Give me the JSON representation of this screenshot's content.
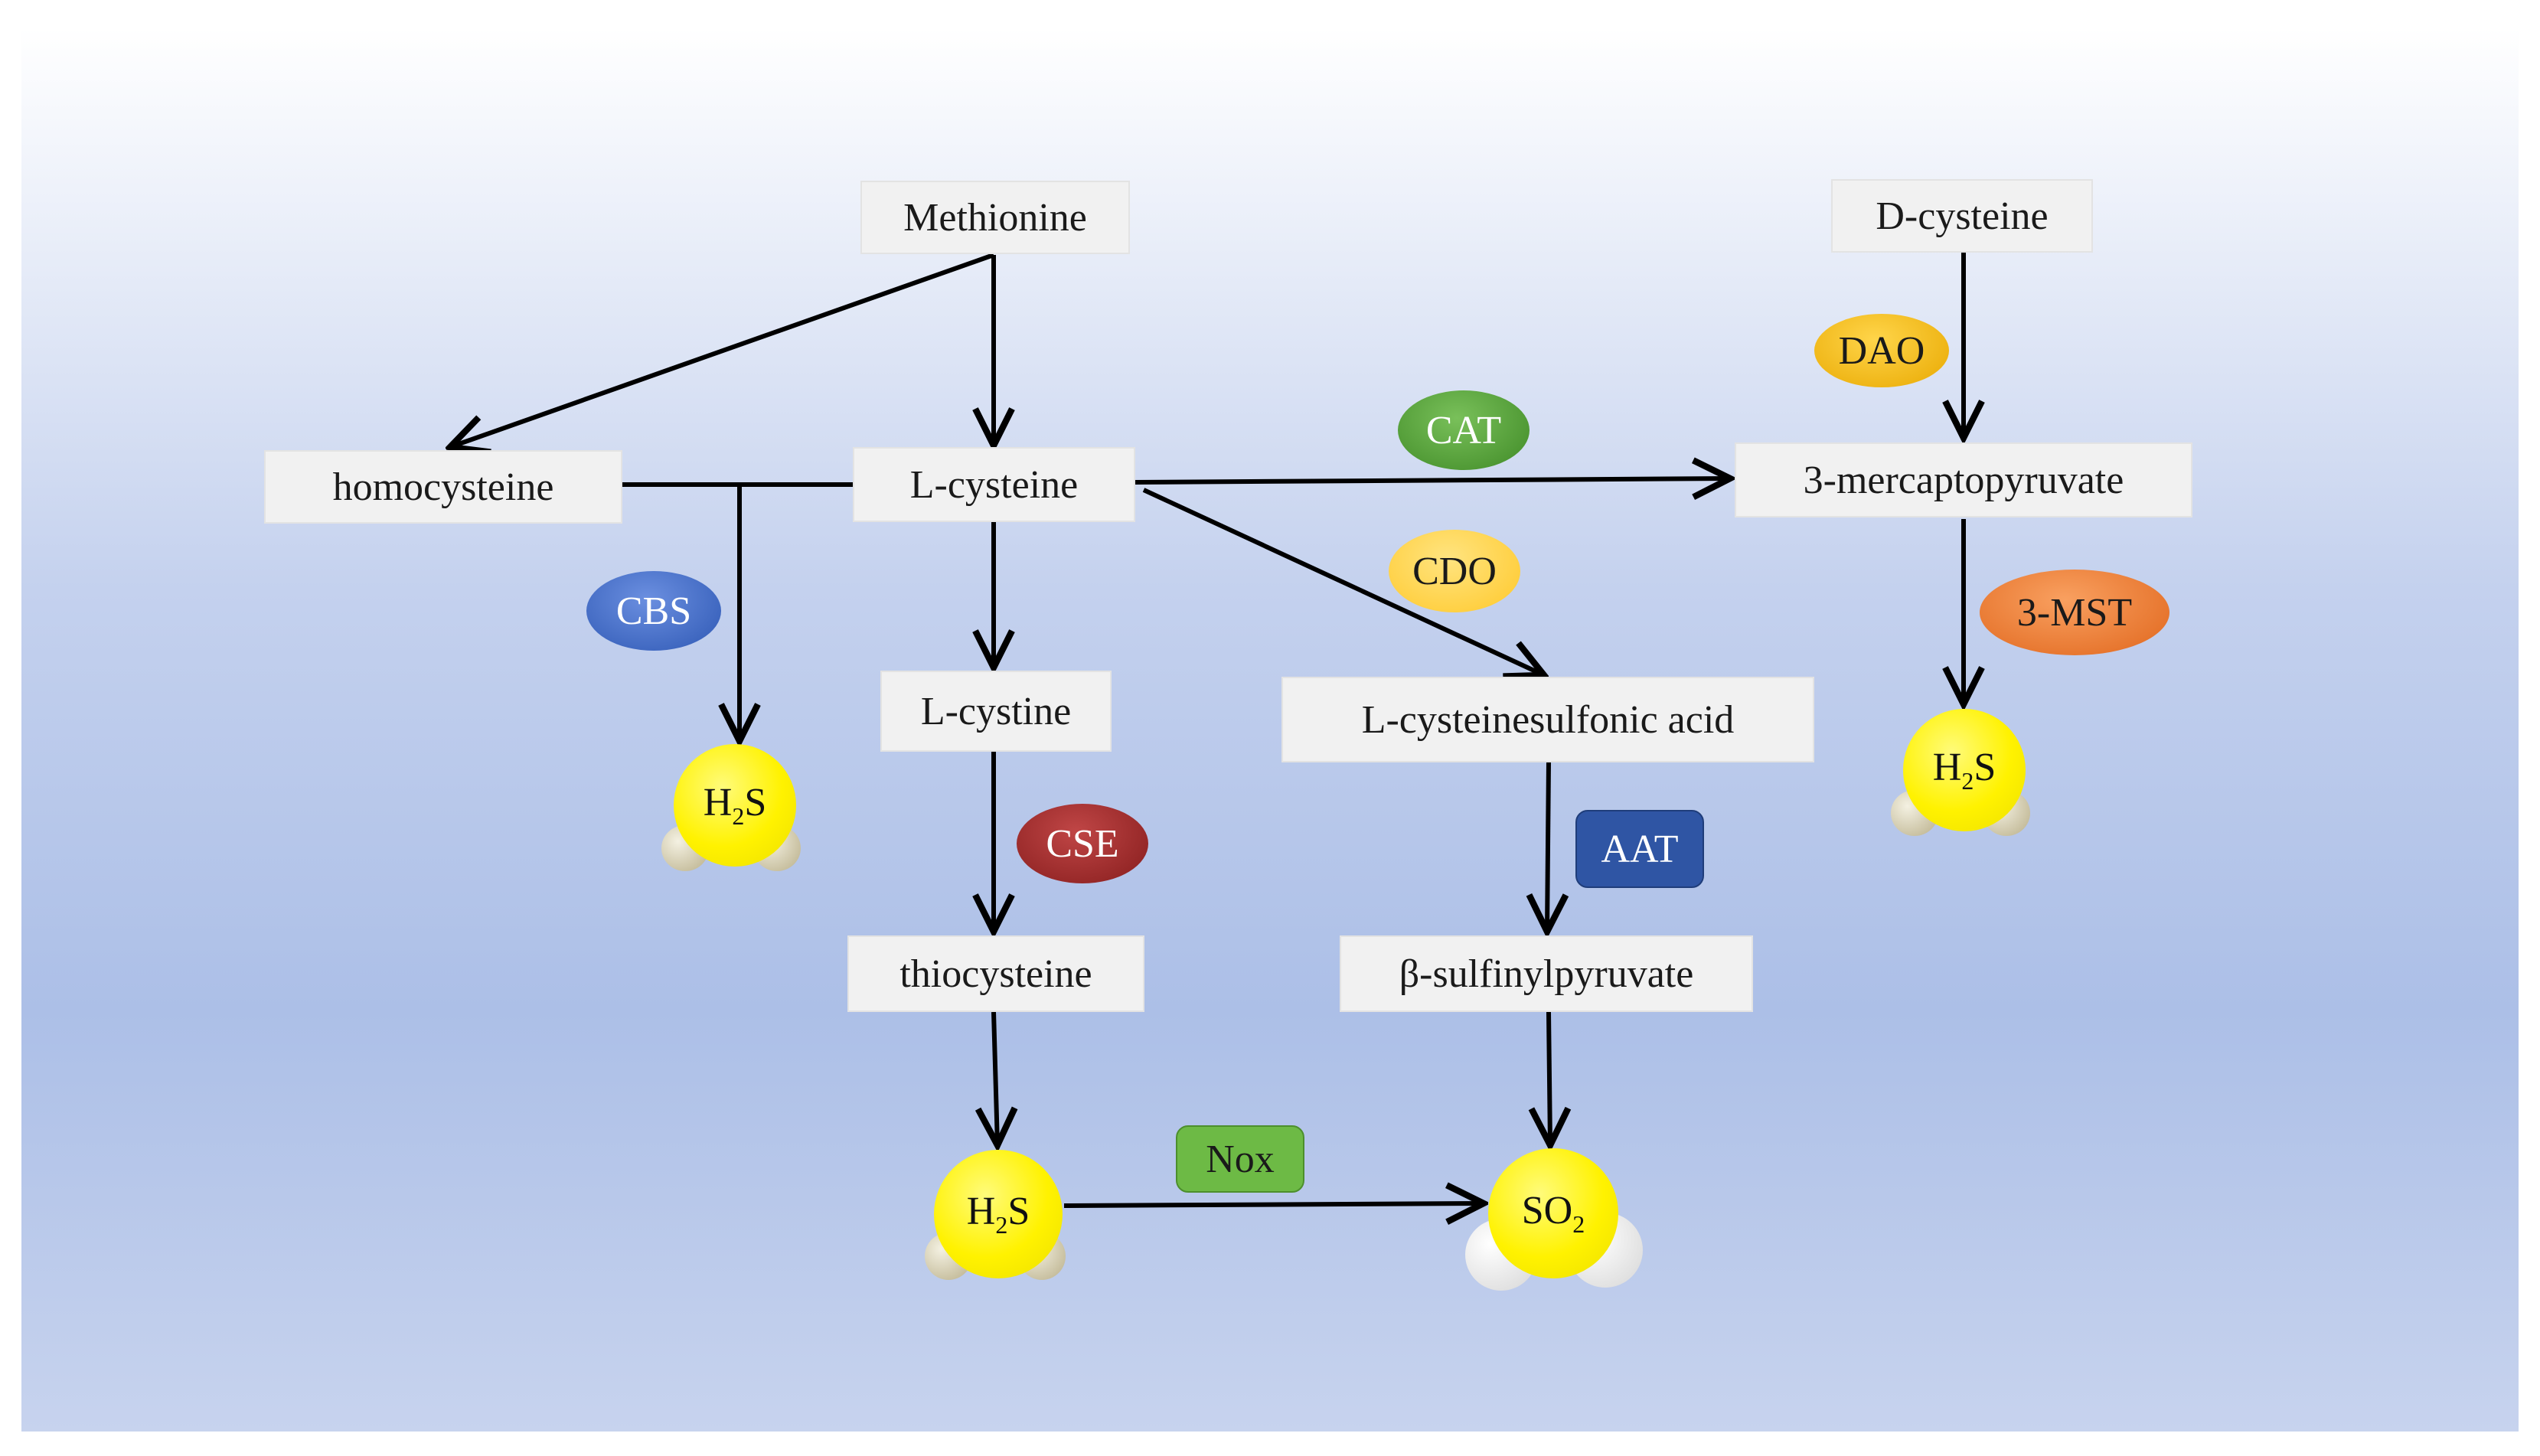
{
  "nodes": {
    "methionine": "Methionine",
    "d_cysteine": "D-cysteine",
    "homocysteine": "homocysteine",
    "l_cysteine": "L-cysteine",
    "mercaptopyruvate": "3-mercaptopyruvate",
    "l_cystine": "L-cystine",
    "cysteinesulfonic_acid": "L-cysteinesulfonic acid",
    "thiocysteine": "thiocysteine",
    "sulfinylpyruvate": "β-sulfinylpyruvate"
  },
  "enzymes": {
    "dao": "DAO",
    "cat": "CAT",
    "cdo": "CDO",
    "cbs": "CBS",
    "mst": "3-MST",
    "cse": "CSE",
    "aat": "AAT",
    "nox": "Nox"
  },
  "molecules": {
    "h2s_main": "H",
    "h2s_sub": "2",
    "h2s_tail": "S",
    "so2_main": "SO",
    "so2_sub": "2"
  },
  "colors": {
    "dao": "#f0b400",
    "cat": "#4f9a32",
    "cdo": "#ffd040",
    "cbs": "#3a66c0",
    "mst": "#ec7a2a",
    "cse": "#9a2626",
    "aat": "#2f55a4",
    "nox": "#6dba45",
    "molecule_core": "#fff200"
  }
}
